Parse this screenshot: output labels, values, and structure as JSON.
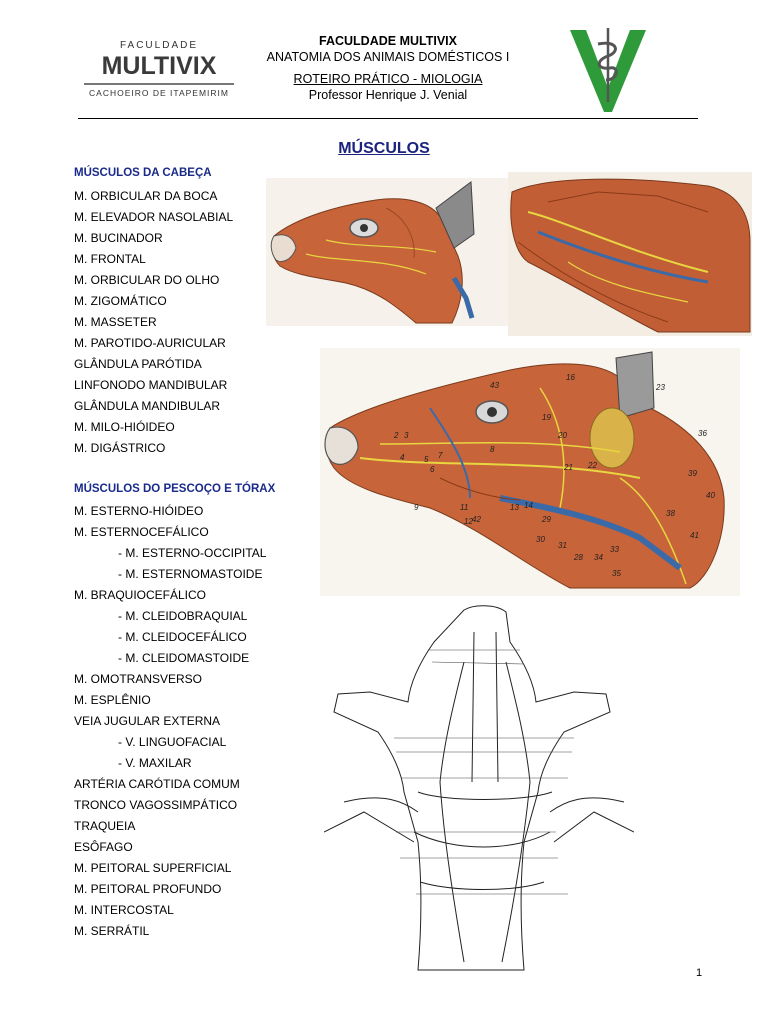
{
  "header": {
    "logo": {
      "top": "FACULDADE",
      "main": "MULTIVIX",
      "bottom": "CACHOEIRO DE ITAPEMIRIM"
    },
    "institution": "FACULDADE MULTIVIX",
    "course": "ANATOMIA DOS ANIMAIS DOMÉSTICOS I",
    "guide": "ROTEIRO PRÁTICO - MIOLOGIA",
    "professor": "Professor Henrique J. Venial"
  },
  "page_title": "MÚSCULOS",
  "sections": [
    {
      "heading": "MÚSCULOS DA CABEÇA",
      "items": [
        {
          "text": "M. ORBICULAR DA BOCA",
          "sub": false
        },
        {
          "text": "M. ELEVADOR NASOLABIAL",
          "sub": false
        },
        {
          "text": "M. BUCINADOR",
          "sub": false
        },
        {
          "text": "M. FRONTAL",
          "sub": false
        },
        {
          "text": "M. ORBICULAR DO OLHO",
          "sub": false
        },
        {
          "text": "M. ZIGOMÁTICO",
          "sub": false
        },
        {
          "text": "M. MASSETER",
          "sub": false
        },
        {
          "text": "M. PAROTIDO-AURICULAR",
          "sub": false
        },
        {
          "text": "GLÂNDULA PARÓTIDA",
          "sub": false
        },
        {
          "text": "LINFONODO MANDIBULAR",
          "sub": false
        },
        {
          "text": "GLÂNDULA MANDIBULAR",
          "sub": false
        },
        {
          "text": "M. MILO-HIÓIDEO",
          "sub": false
        },
        {
          "text": "M. DIGÁSTRICO",
          "sub": false
        }
      ]
    },
    {
      "heading": "MÚSCULOS DO PESCOÇO E TÓRAX",
      "items": [
        {
          "text": "M. ESTERNO-HIÓIDEO",
          "sub": false
        },
        {
          "text": "M. ESTERNOCEFÁLICO",
          "sub": false
        },
        {
          "text": "- M. ESTERNO-OCCIPITAL",
          "sub": true
        },
        {
          "text": "- M. ESTERNOMASTOIDE",
          "sub": true
        },
        {
          "text": "M. BRAQUIOCEFÁLICO",
          "sub": false
        },
        {
          "text": "- M. CLEIDOBRAQUIAL",
          "sub": true
        },
        {
          "text": "- M. CLEIDOCEFÁLICO",
          "sub": true
        },
        {
          "text": "- M. CLEIDOMASTOIDE",
          "sub": true
        },
        {
          "text": "M. OMOTRANSVERSO",
          "sub": false
        },
        {
          "text": "M. ESPLÊNIO",
          "sub": false
        },
        {
          "text": "VEIA JUGULAR EXTERNA",
          "sub": false
        },
        {
          "text": "- V. LINGUOFACIAL",
          "sub": true
        },
        {
          "text": "- V. MAXILAR",
          "sub": true
        },
        {
          "text": "ARTÉRIA CARÓTIDA COMUM",
          "sub": false
        },
        {
          "text": "TRONCO VAGOSSIMPÁTICO",
          "sub": false
        },
        {
          "text": "TRAQUEIA",
          "sub": false
        },
        {
          "text": "ESÔFAGO",
          "sub": false
        },
        {
          "text": "M. PEITORAL SUPERFICIAL",
          "sub": false
        },
        {
          "text": "M. PEITORAL PROFUNDO",
          "sub": false
        },
        {
          "text": "M. INTERCOSTAL",
          "sub": false
        },
        {
          "text": "M. SERRÁTIL",
          "sub": false
        }
      ]
    }
  ],
  "figure_labels": {
    "fig3": [
      "2",
      "3",
      "4",
      "5",
      "6",
      "7",
      "8",
      "9",
      "11",
      "12",
      "13",
      "14",
      "16",
      "19",
      "20",
      "21",
      "22",
      "23",
      "28",
      "29",
      "30",
      "31",
      "33",
      "34",
      "35",
      "36",
      "38",
      "39",
      "40",
      "41",
      "42",
      "43"
    ]
  },
  "page_number": "1",
  "colors": {
    "heading_blue": "#1a2a8a",
    "muscle": "#c8643a",
    "nerve": "#e8d640",
    "vein": "#3b6aa8",
    "logo_green": "#2e9a3a"
  }
}
